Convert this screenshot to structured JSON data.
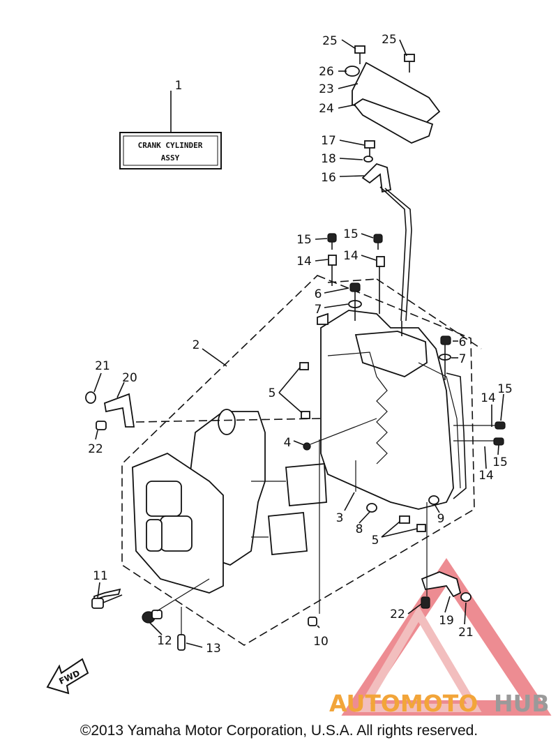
{
  "title_box": {
    "line1": "CRANK CYLINDER",
    "line2": "ASSY"
  },
  "callouts": {
    "c1": "1",
    "c2": "2",
    "c3": "3",
    "c4": "4",
    "c5a": "5",
    "c5b": "5",
    "c6a": "6",
    "c6b": "6",
    "c7a": "7",
    "c7b": "7",
    "c8": "8",
    "c9": "9",
    "c10": "10",
    "c11": "11",
    "c12": "12",
    "c13": "13",
    "c14a": "14",
    "c14b": "14",
    "c14c": "14",
    "c14d": "14",
    "c15a": "15",
    "c15b": "15",
    "c15c": "15",
    "c15d": "15",
    "c16": "16",
    "c17": "17",
    "c18": "18",
    "c19": "19",
    "c20": "20",
    "c21a": "21",
    "c21b": "21",
    "c22a": "22",
    "c22b": "22",
    "c23": "23",
    "c24": "24",
    "c25a": "25",
    "c25b": "25",
    "c26": "26"
  },
  "fwd_label": "FWD",
  "watermark": {
    "part1": "AUTOMOTO",
    "part2": "HUB"
  },
  "copyright": "©2013 Yamaha Motor Corporation, U.S.A. All rights reserved.",
  "colors": {
    "line": "#111111",
    "watermark_red": "#e0303a",
    "watermark_orange": "#f2a53a",
    "watermark_gray": "#9a9a9a"
  }
}
